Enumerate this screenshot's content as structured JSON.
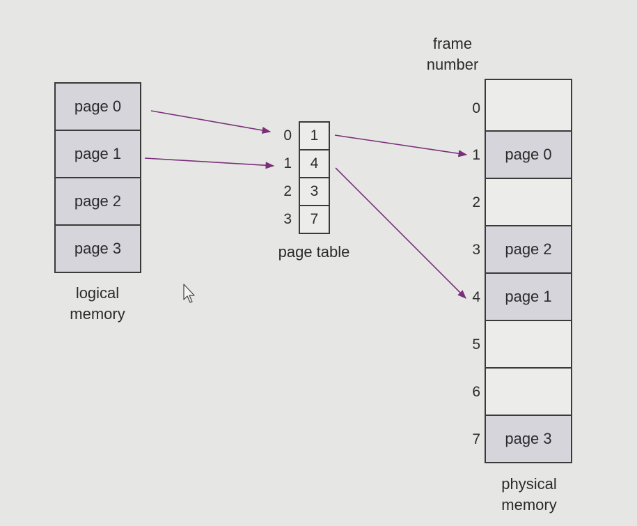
{
  "logical_memory": {
    "pages": [
      "page 0",
      "page 1",
      "page 2",
      "page 3"
    ],
    "caption_line1": "logical",
    "caption_line2": "memory"
  },
  "page_table": {
    "indices": [
      "0",
      "1",
      "2",
      "3"
    ],
    "frames": [
      "1",
      "4",
      "3",
      "7"
    ],
    "caption": "page table"
  },
  "physical_memory": {
    "header_line1": "frame",
    "header_line2": "number",
    "frame_numbers": [
      "0",
      "1",
      "2",
      "3",
      "4",
      "5",
      "6",
      "7"
    ],
    "frames": [
      "",
      "page 0",
      "",
      "page 2",
      "page 1",
      "",
      "",
      "page 3"
    ],
    "caption_line1": "physical",
    "caption_line2": "memory"
  },
  "colors": {
    "arrow": "#7a2f7a",
    "page_fill": "#d6d5dc",
    "background": "#e6e6e4"
  },
  "icons": {
    "cursor": "mouse-pointer-icon"
  }
}
